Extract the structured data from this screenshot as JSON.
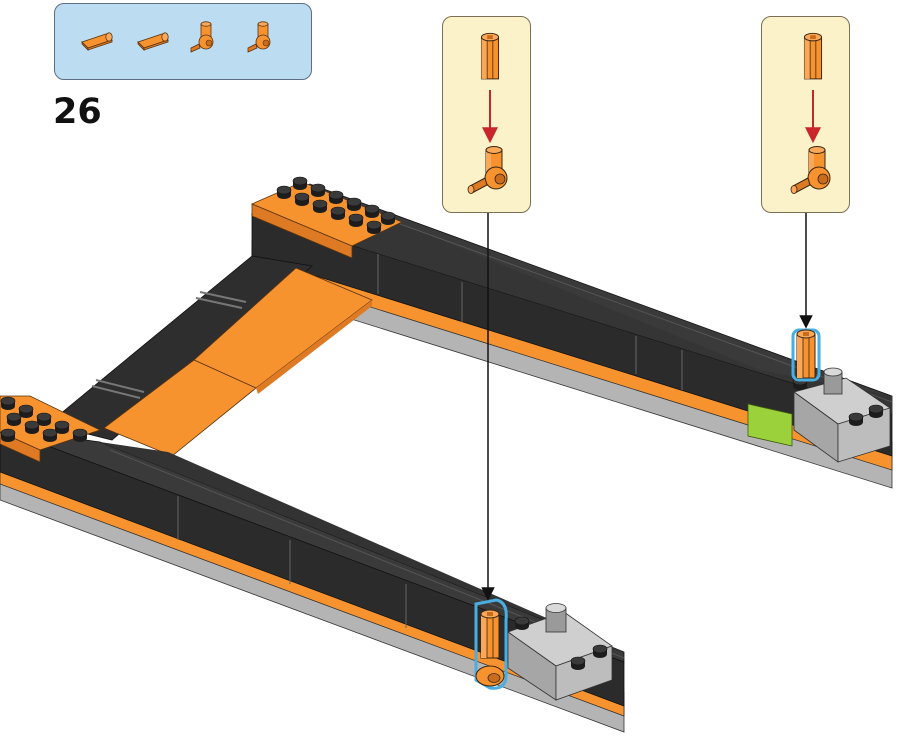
{
  "step": {
    "number": "26"
  },
  "parts_list": {
    "items": [
      {
        "name": "axle-connector-orange",
        "count": 1
      },
      {
        "name": "axle-connector-orange",
        "count": 1
      },
      {
        "name": "axle-and-pin-connector-perpendicular-orange",
        "count": 1
      },
      {
        "name": "axle-and-pin-connector-perpendicular-orange",
        "count": 1
      }
    ]
  },
  "callouts": [
    {
      "name": "callout-attach-left",
      "icons": [
        "axle-connector-icon",
        "arrow-down-icon",
        "perpendicular-connector-icon"
      ]
    },
    {
      "name": "callout-attach-right",
      "icons": [
        "axle-connector-icon",
        "arrow-down-icon",
        "perpendicular-connector-icon"
      ]
    }
  ],
  "colors": {
    "parts_box_bg": "#bcdcf2",
    "callout_bg": "#fbf2c9",
    "brick_black": "#2b2b2b",
    "brick_orange": "#f7932f",
    "brick_gray": "#b4b4b4",
    "highlight_green": "#9bd13a",
    "highlight_blue": "#4aaee0",
    "arrow_red": "#c8262b"
  }
}
